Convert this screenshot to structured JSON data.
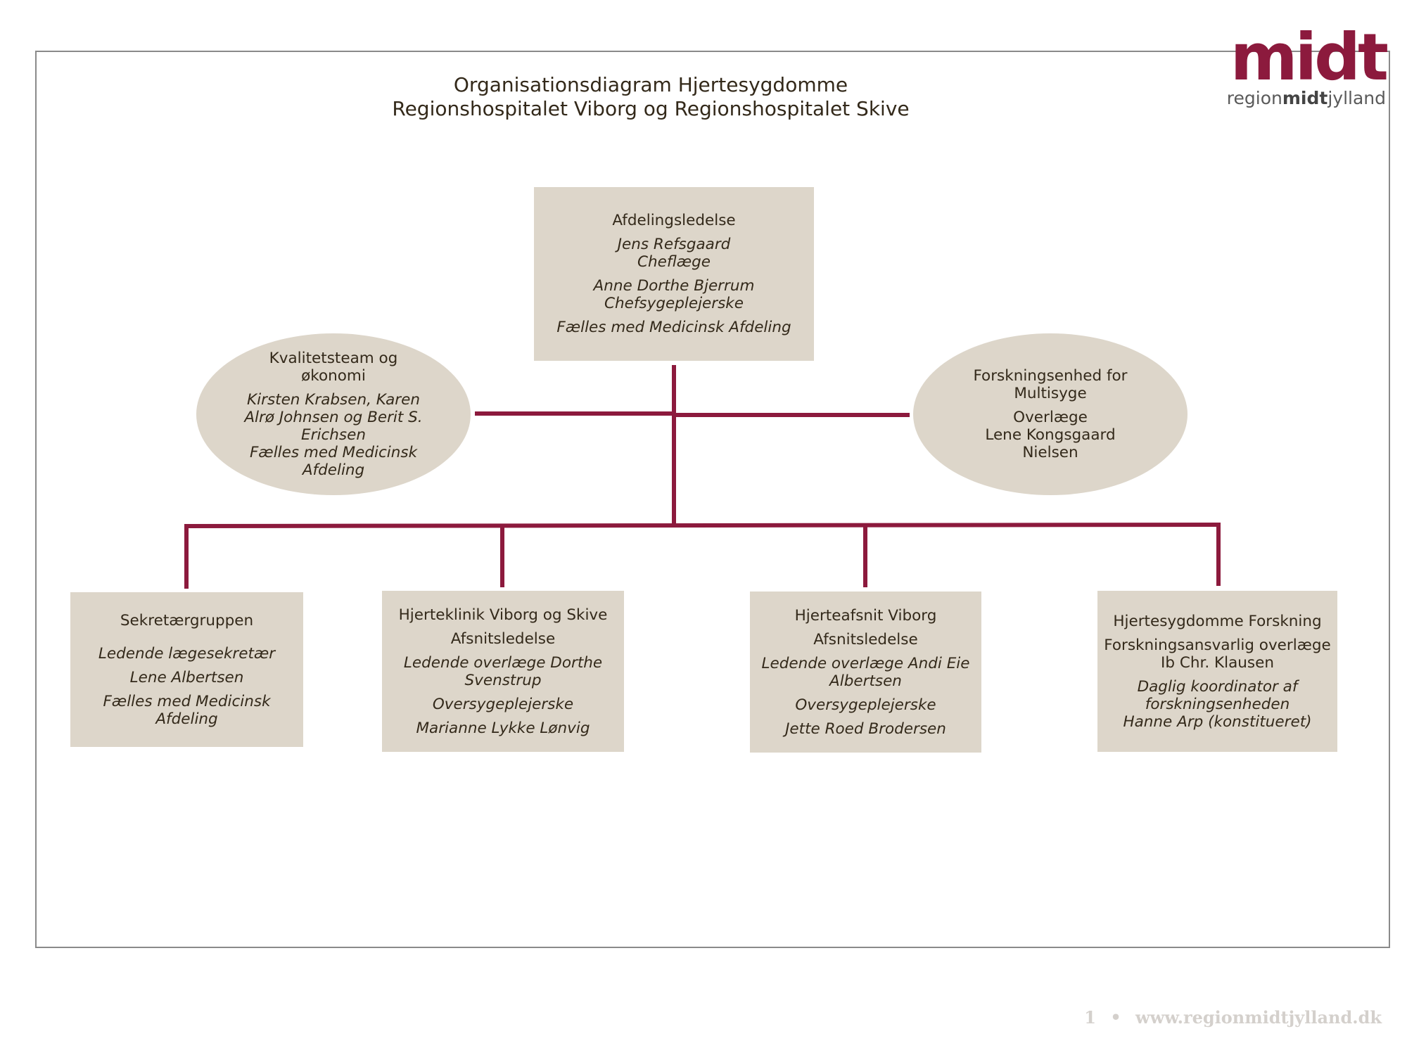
{
  "title": {
    "line1": "Organisationsdiagram Hjertesygdomme",
    "line2": "Regionshospitalet Viborg og Regionshospitalet Skive"
  },
  "logo": {
    "word": "midt",
    "sub_plain": "region",
    "sub_bold": "midt",
    "sub_end": "jylland"
  },
  "colors": {
    "accent": "#8c1a3d",
    "box_fill": "#ddd6ca",
    "frame": "#8a8a8a"
  },
  "nodes": {
    "top": {
      "heading": "Afdelingsledelse",
      "line1": "Jens Refsgaard",
      "line2": "Cheflæge",
      "line3": "Anne Dorthe Bjerrum",
      "line4": "Chefsygeplejerske",
      "line5": "Fælles med Medicinsk Afdeling"
    },
    "left_oval": {
      "heading1": "Kvalitetsteam og",
      "heading2": "økonomi",
      "line1": "Kirsten Krabsen, Karen",
      "line2": "Alrø Johnsen og Berit S.",
      "line3": "Erichsen",
      "line4": "Fælles med Medicinsk",
      "line5": "Afdeling"
    },
    "right_oval": {
      "heading1": "Forskningsenhed for",
      "heading2": "Multisyge",
      "line1": "Overlæge",
      "line2": "Lene Kongsgaard",
      "line3": "Nielsen"
    },
    "sekretaer": {
      "heading": "Sekretærgruppen",
      "line1": "Ledende lægesekretær",
      "line2": "Lene Albertsen",
      "line3": "Fælles med Medicinsk",
      "line4": "Afdeling"
    },
    "hjerteklinik": {
      "heading1": "Hjerteklinik Viborg og Skive",
      "heading2": "Afsnitsledelse",
      "line1": "Ledende overlæge Dorthe",
      "line2": "Svenstrup",
      "line3": "Oversygeplejerske",
      "line4": "Marianne Lykke Lønvig"
    },
    "hjerteafsnit": {
      "heading1": "Hjerteafsnit Viborg",
      "heading2": "Afsnitsledelse",
      "line1": "Ledende overlæge Andi Eie",
      "line2": "Albertsen",
      "line3": "Oversygeplejerske",
      "line4": "Jette Roed Brodersen"
    },
    "forskning": {
      "heading1": "Hjertesygdomme Forskning",
      "heading2": "Forskningsansvarlig overlæge",
      "heading3": "Ib Chr. Klausen",
      "line1": "Daglig koordinator af",
      "line2": "forskningsenheden",
      "line3": "Hanne Arp (konstitueret)"
    }
  },
  "footer": {
    "page": "1",
    "separator": "•",
    "url": "www.regionmidtjylland.dk"
  }
}
